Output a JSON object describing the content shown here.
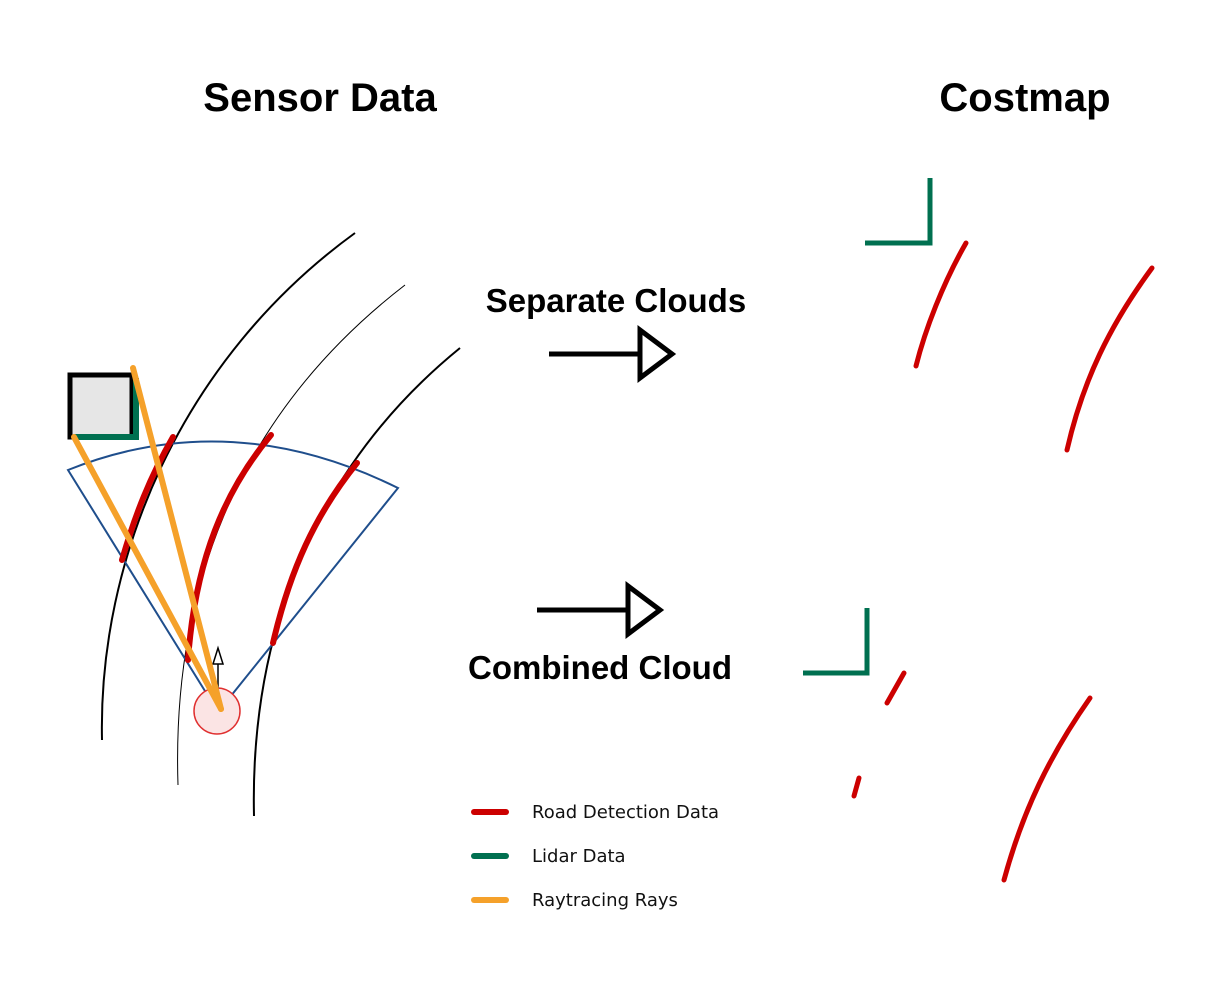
{
  "titles": {
    "sensor_data": "Sensor Data",
    "costmap": "Costmap"
  },
  "labels": {
    "separate_clouds": "Separate Clouds",
    "combined_cloud": "Combined Cloud"
  },
  "legend": {
    "road": "Road Detection Data",
    "lidar": "Lidar Data",
    "rays": "Raytracing Rays"
  },
  "colors": {
    "road": "#cc0000",
    "lidar": "#007050",
    "rays": "#f5a12a",
    "sensor_fov": "#1f4e8c",
    "lane_line": "#000000",
    "obstacle_fill": "#e6e6e6",
    "robot_fill": "#fbe4e4",
    "robot_stroke": "#e03030"
  }
}
